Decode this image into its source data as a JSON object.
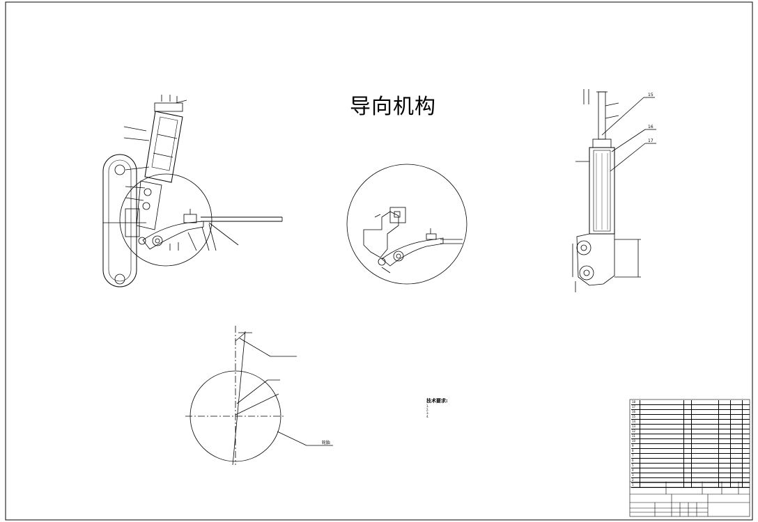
{
  "drawing": {
    "title": "导向机构"
  },
  "callouts_right": [
    "15",
    "16",
    "17"
  ],
  "technical_notes": {
    "heading": "技术要求:",
    "lines": [
      "1.",
      "2.",
      "3.",
      "4."
    ]
  },
  "lower_diagram": {
    "rim_label": "轮胎"
  },
  "bom": {
    "rows": [
      {
        "no": "18"
      },
      {
        "no": "17"
      },
      {
        "no": "16"
      },
      {
        "no": "15"
      },
      {
        "no": "14"
      },
      {
        "no": "13"
      },
      {
        "no": "12"
      },
      {
        "no": "11"
      },
      {
        "no": "10"
      },
      {
        "no": "9"
      },
      {
        "no": "8"
      },
      {
        "no": "7"
      },
      {
        "no": "6"
      },
      {
        "no": "5"
      },
      {
        "no": "4"
      },
      {
        "no": "3"
      },
      {
        "no": "2"
      },
      {
        "no": "1"
      }
    ]
  },
  "colors": {
    "line": "#000000",
    "background": "#ffffff"
  }
}
